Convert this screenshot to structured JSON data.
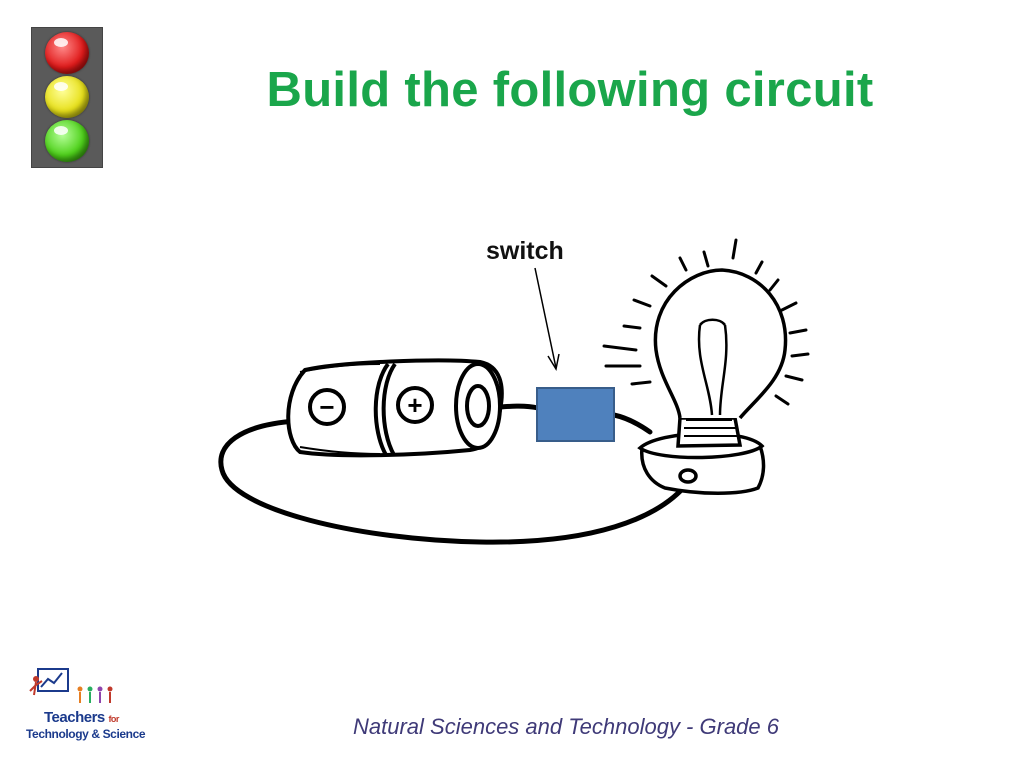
{
  "slide": {
    "title": "Build the following circuit",
    "footer": "Natural Sciences and Technology - Grade 6"
  },
  "traffic_light": {
    "lamps": [
      "red",
      "yellow",
      "green"
    ],
    "colors": {
      "red": "#e01b1b",
      "yellow": "#e7e01b",
      "green": "#4fd11b"
    }
  },
  "diagram": {
    "switch_label": "switch",
    "battery_minus": "−",
    "battery_plus": "+",
    "switch_color": "#4f81bd"
  },
  "logo": {
    "line1": "Teachers",
    "line1_small": "for",
    "line2": "Technology & Science"
  },
  "colors": {
    "title": "#1aa64b",
    "footer": "#3f3a78"
  }
}
